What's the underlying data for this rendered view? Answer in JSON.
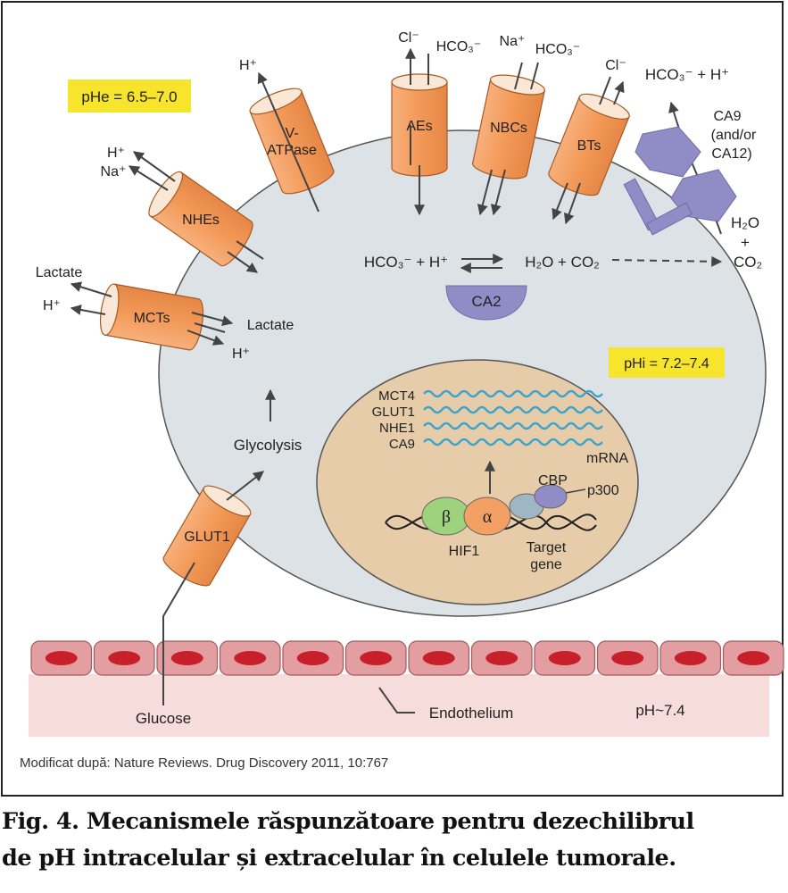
{
  "figure": {
    "ph_extracellular": "pHe = 6.5–7.0",
    "ph_intracellular": "pHi = 7.2–7.4",
    "ph_blood": "pH~7.4",
    "transporters": {
      "v_atpase_line1": "V-",
      "v_atpase_line2": "ATPase",
      "aes": "AEs",
      "nbcs": "NBCs",
      "bts": "BTs",
      "nhes": "NHEs",
      "mcts": "MCTs",
      "glut1": "GLUT1"
    },
    "ions": {
      "h_plus": "H⁺",
      "na_plus": "Na⁺",
      "cl_minus": "Cl⁻",
      "hco3_minus": "HCO₃⁻",
      "lactate": "Lactate",
      "hco3_h": "HCO₃⁻ + H⁺",
      "h2o": "H₂O",
      "plus": "+",
      "co2": "CO₂",
      "h2o_co2": "H₂O + CO₂"
    },
    "enzymes": {
      "ca9_line1": "CA9",
      "ca9_line2": "(and/or",
      "ca9_line3": "CA12)",
      "ca2": "CA2"
    },
    "nucleus": {
      "genes": [
        "MCT4",
        "GLUT1",
        "NHE1",
        "CA9"
      ],
      "mrna": "mRNA",
      "beta": "β",
      "alpha": "α",
      "hif1": "HIF1",
      "cbp": "CBP",
      "p300": "p300",
      "target_line1": "Target",
      "target_line2": "gene"
    },
    "glycolysis": "Glycolysis",
    "glucose": "Glucose",
    "endothelium": "Endothelium",
    "source": "Modificat după: Nature Reviews. Drug Discovery 2011, 10:767"
  },
  "caption": {
    "line1": "Fig. 4. Mecanismele răspunzătoare pentru dezechilibrul",
    "line2": "de pH intracelular și extracelular în celulele tumorale."
  },
  "colors": {
    "cell": "#dde2e6",
    "nucleus": "#e8cfae",
    "transporter": "#f2a063",
    "highlight": "#f6e52c",
    "enzyme": "#8f8cc6",
    "mrna": "#3aa4cf",
    "endothelial_cell": "#e29ea1",
    "endothelial_nucleus": "#c8202b"
  }
}
